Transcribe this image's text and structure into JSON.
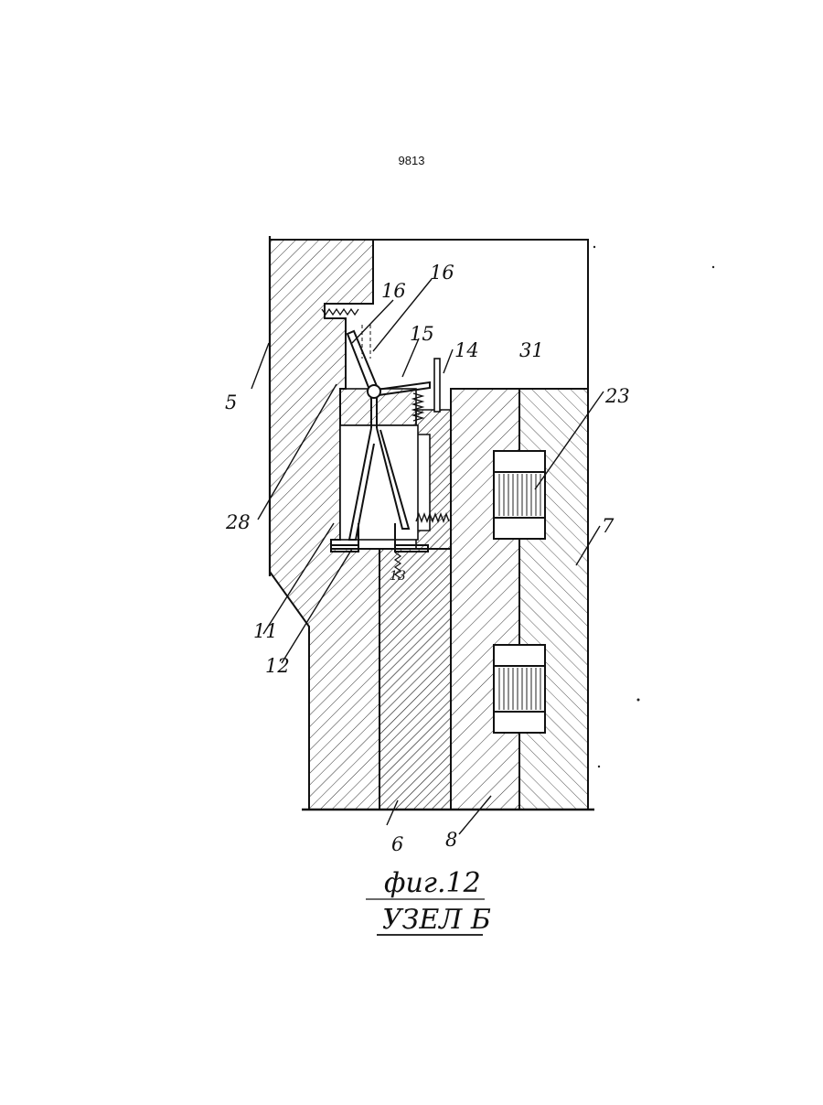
{
  "page_number": "9813",
  "figure": {
    "caption": "фиг.12",
    "subcaption": "УЗЕЛ Б"
  },
  "labels": {
    "l5": "5",
    "l28": "28",
    "l11": "11",
    "l12": "12",
    "l16a": "16",
    "l16b": "16",
    "l15": "15",
    "l14": "14",
    "l31": "31",
    "l23": "23",
    "l7": "7",
    "l6": "6",
    "l8": "8",
    "l13": "13"
  }
}
